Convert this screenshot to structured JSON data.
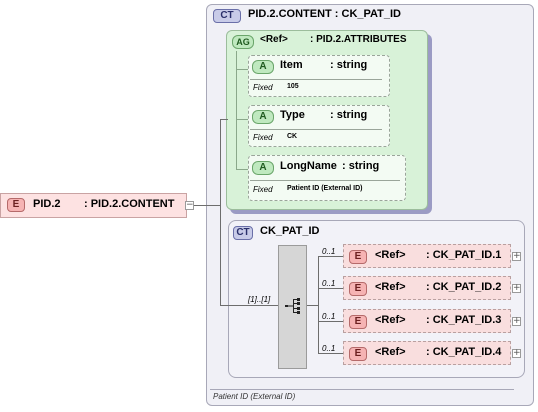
{
  "root_element": {
    "badge": "E",
    "name": "PID.2",
    "type": ": PID.2.CONTENT",
    "minus": "−"
  },
  "content_type": {
    "badge": "CT",
    "title": "PID.2.CONTENT : CK_PAT_ID",
    "footer": "Patient ID (External ID)"
  },
  "attribute_group": {
    "badge": "AG",
    "ref": "<Ref>",
    "name": ": PID.2.ATTRIBUTES"
  },
  "attributes": [
    {
      "badge": "A",
      "name": "Item",
      "type": ": string",
      "fixed_label": "Fixed",
      "fixed_value": "105"
    },
    {
      "badge": "A",
      "name": "Type",
      "type": ": string",
      "fixed_label": "Fixed",
      "fixed_value": "CK"
    },
    {
      "badge": "A",
      "name": "LongName",
      "type": ": string",
      "fixed_label": "Fixed",
      "fixed_value": "Patient ID (External ID)"
    }
  ],
  "inner_type": {
    "badge": "CT",
    "title": "CK_PAT_ID"
  },
  "sequence": {
    "occurrence": "[1]..[1]",
    "icon": "sequence-icon"
  },
  "children": [
    {
      "occurrence": "0..1",
      "badge": "E",
      "ref": "<Ref>",
      "name": ": CK_PAT_ID.1",
      "plus": "+"
    },
    {
      "occurrence": "0..1",
      "badge": "E",
      "ref": "<Ref>",
      "name": ": CK_PAT_ID.2",
      "plus": "+"
    },
    {
      "occurrence": "0..1",
      "badge": "E",
      "ref": "<Ref>",
      "name": ": CK_PAT_ID.3",
      "plus": "+"
    },
    {
      "occurrence": "0..1",
      "badge": "E",
      "ref": "<Ref>",
      "name": ": CK_PAT_ID.4",
      "plus": "+"
    }
  ]
}
